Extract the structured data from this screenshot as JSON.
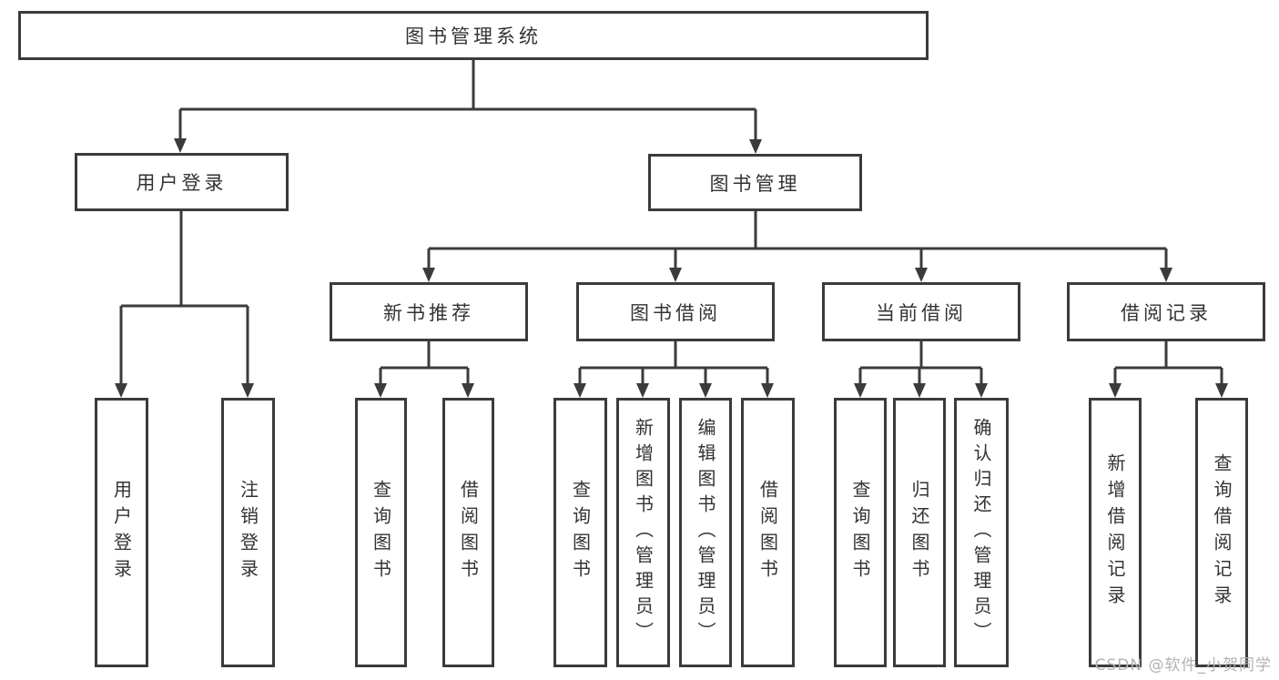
{
  "page": {
    "background": "#ffffff",
    "line_color": "#3b3b3b",
    "text_color": "#333333",
    "watermark_color": "#b2b2b2"
  },
  "diagram": {
    "type": "hierarchy-tree",
    "root": {
      "label": "图书管理系统"
    },
    "branches": [
      {
        "label": "用户登录",
        "children": [
          {
            "label": "用户登录"
          },
          {
            "label": "注销登录"
          }
        ]
      },
      {
        "label": "图书管理",
        "groups": [
          {
            "label": "新书推荐",
            "children": [
              {
                "label": "查询图书"
              },
              {
                "label": "借阅图书"
              }
            ]
          },
          {
            "label": "图书借阅",
            "children": [
              {
                "label": "查询图书"
              },
              {
                "label": "新增图书（管理员）"
              },
              {
                "label": "编辑图书（管理员）"
              },
              {
                "label": "借阅图书"
              }
            ]
          },
          {
            "label": "当前借阅",
            "children": [
              {
                "label": "查询图书"
              },
              {
                "label": "归还图书"
              },
              {
                "label": "确认归还（管理员）"
              }
            ]
          },
          {
            "label": "借阅记录",
            "children": [
              {
                "label": "新增借阅记录"
              },
              {
                "label": "查询借阅记录"
              }
            ]
          }
        ]
      }
    ]
  },
  "watermark": {
    "text": "CSDN @软件_小贺同学"
  }
}
